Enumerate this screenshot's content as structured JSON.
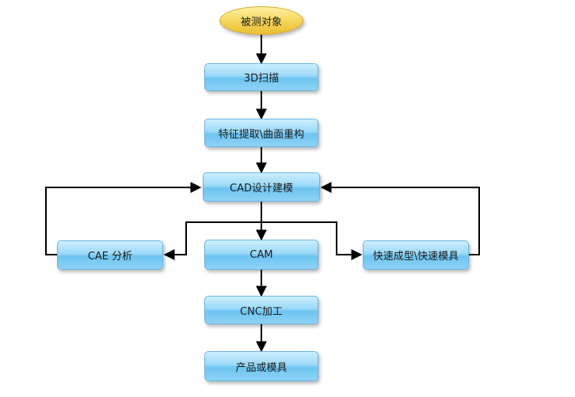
{
  "diagram": {
    "nodes": {
      "object": "被测对象",
      "scan": "3D扫描",
      "feature": "特征提取\\曲面重构",
      "cad": "CAD设计建模",
      "cae": "CAE 分析",
      "cam": "CAM",
      "rapid": "快速成型\\快速模具",
      "cnc": "CNC加工",
      "product": "产品或模具"
    },
    "colors": {
      "process_fill": "#8fd2f6",
      "process_border": "#67b6e2",
      "terminal_fill": "#f6d65c",
      "line": "#000000"
    }
  }
}
